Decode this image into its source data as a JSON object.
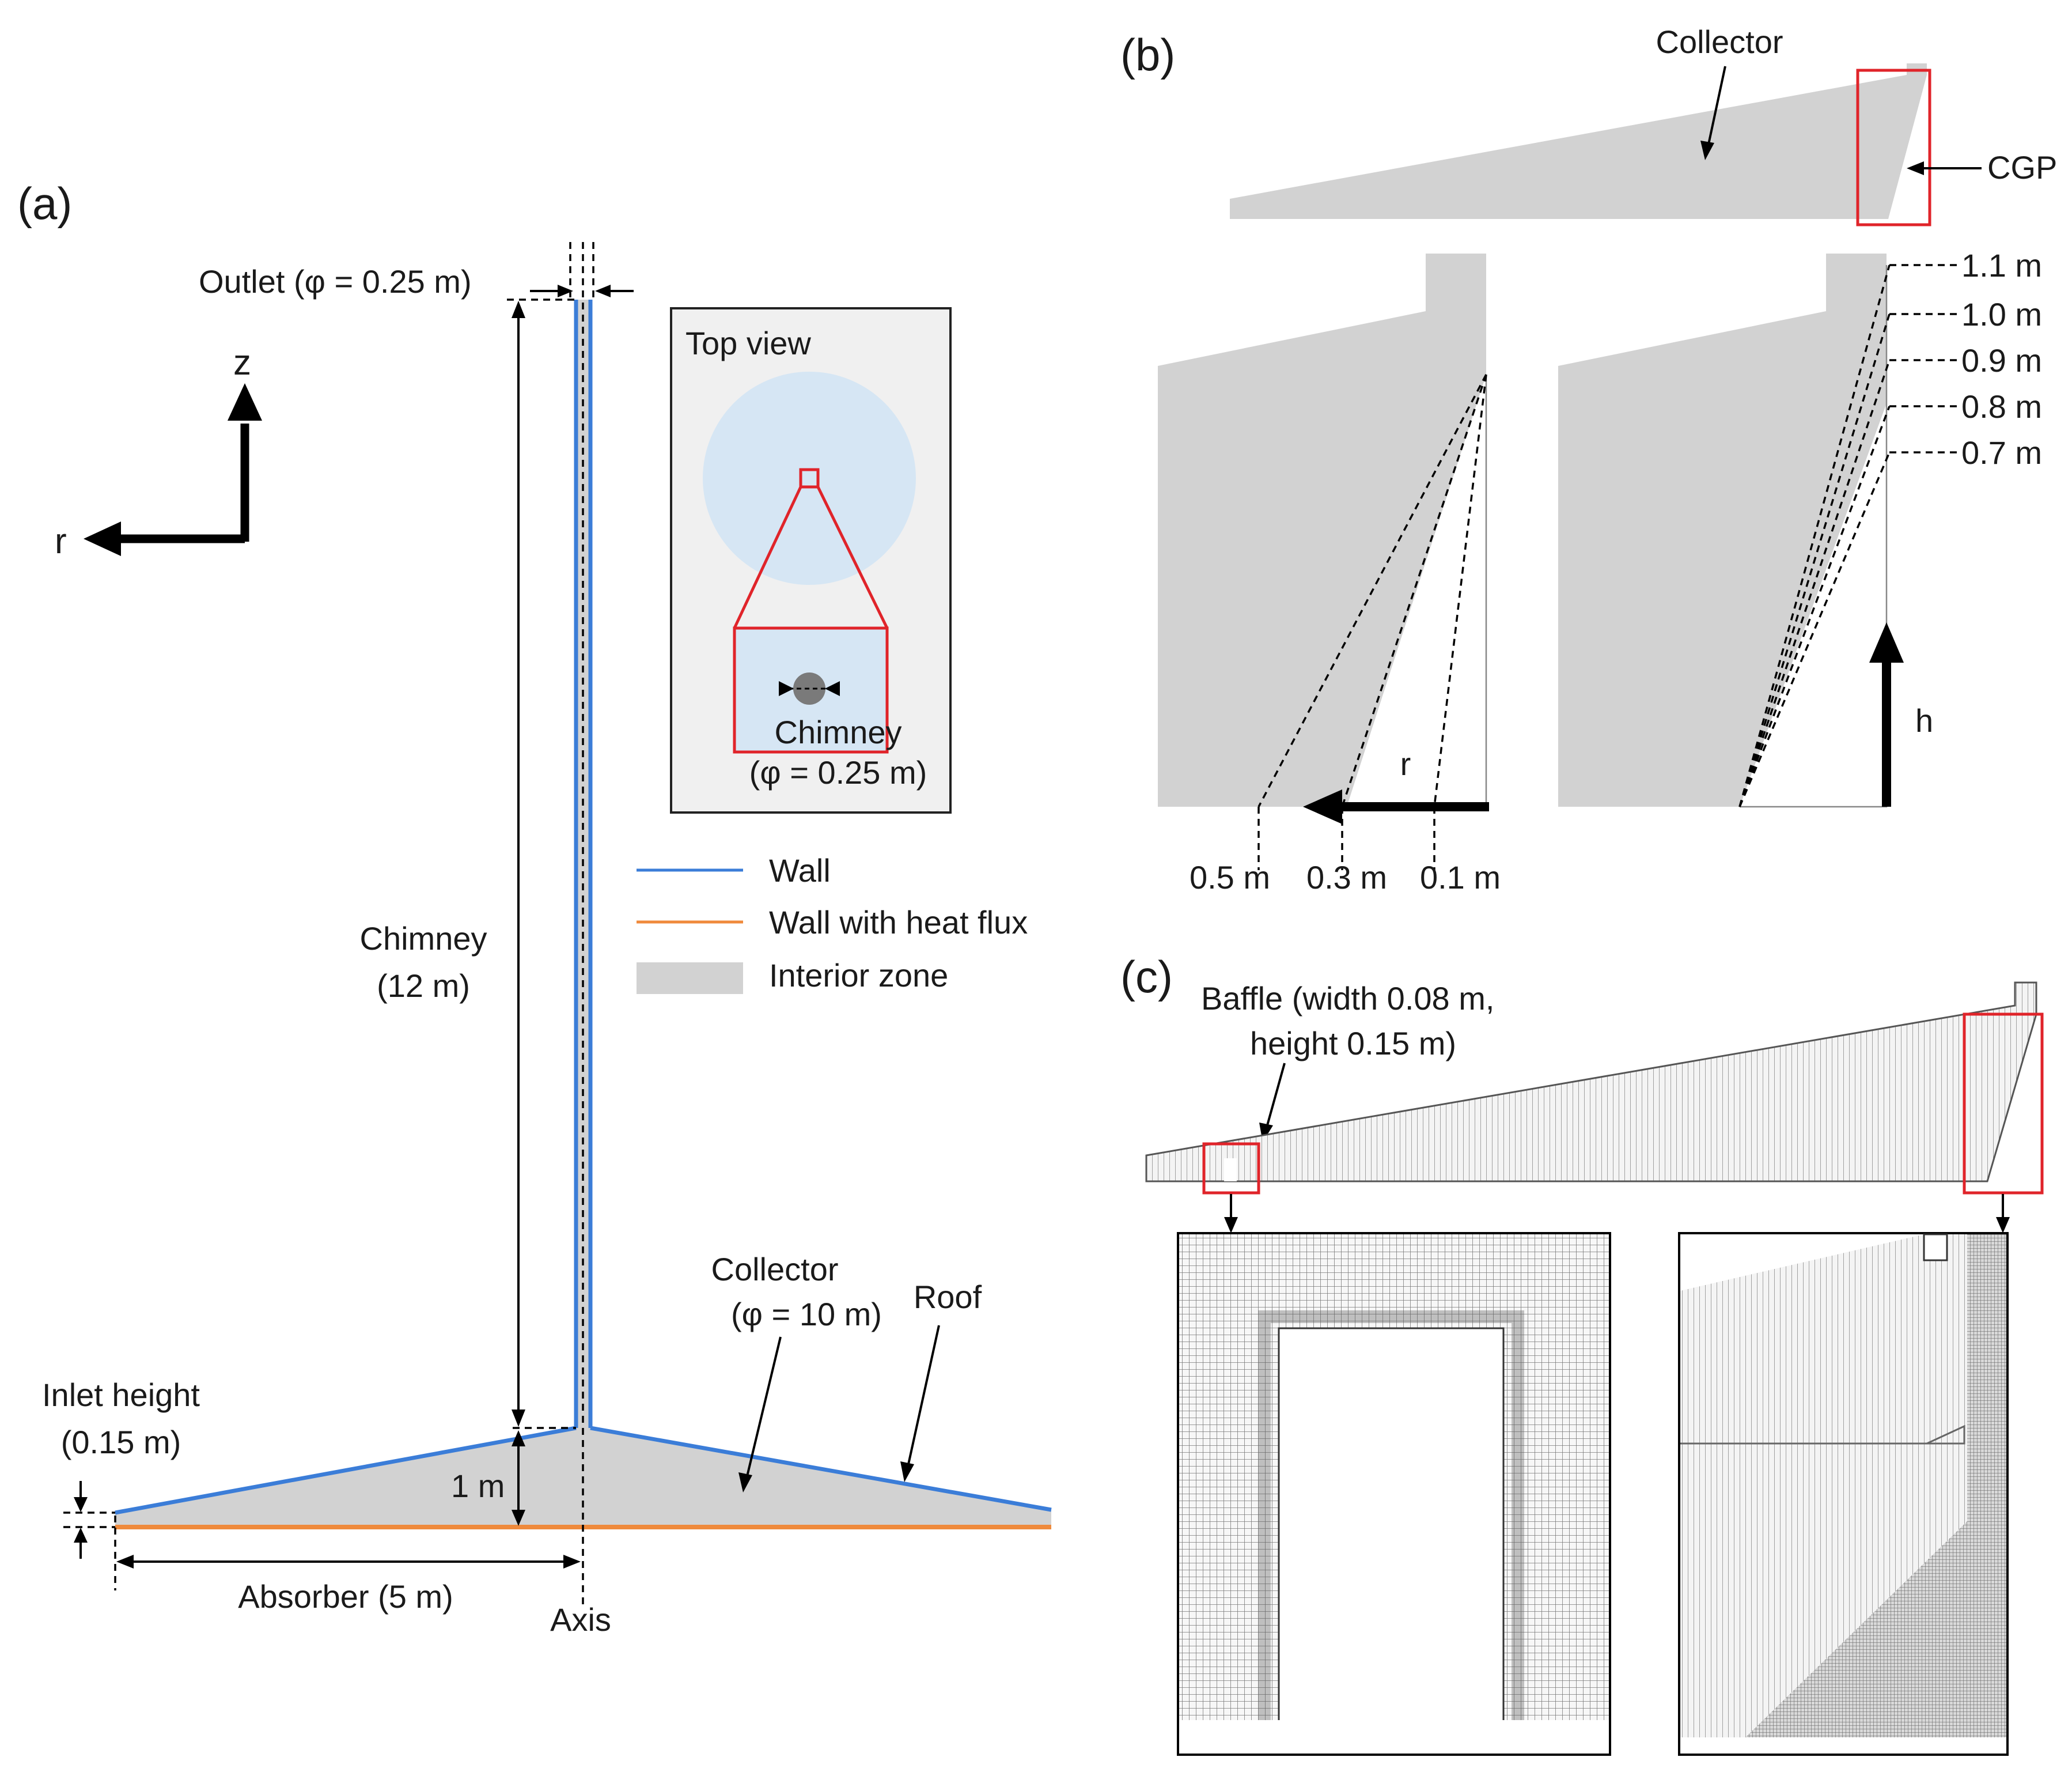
{
  "panels": {
    "a": "(a)",
    "b": "(b)",
    "c": "(c)"
  },
  "panel_a": {
    "axis_z": "z",
    "axis_r": "r",
    "outlet": "Outlet (φ = 0.25 m)",
    "chimney_line1": "Chimney",
    "chimney_line2": "(12 m)",
    "top_view": {
      "title": "Top view",
      "chimney_line1": "Chimney",
      "chimney_line2": "(φ = 0.25 m)"
    },
    "legend": [
      {
        "label": "Wall",
        "color": "#3b7dd8"
      },
      {
        "label": "Wall with heat flux",
        "color": "#ef8a3c"
      },
      {
        "label": "Interior zone",
        "color": "#d2d2d2"
      }
    ],
    "collector_line1": "Collector",
    "collector_line2": "(φ = 10 m)",
    "roof": "Roof",
    "inlet_line1": "Inlet height",
    "inlet_line2": "(0.15 m)",
    "one_m": "1 m",
    "absorber": "Absorber (5 m)",
    "axis": "Axis"
  },
  "panel_b": {
    "collector": "Collector",
    "cgp": "CGP",
    "r": "r",
    "h": "h",
    "radii": [
      "0.5 m",
      "0.3 m",
      "0.1 m"
    ],
    "heights": [
      "1.1 m",
      "1.0 m",
      "0.9 m",
      "0.8 m",
      "0.7 m"
    ]
  },
  "panel_c": {
    "baffle_line1": "Baffle (width 0.08 m,",
    "baffle_line2": "height 0.15 m)"
  }
}
